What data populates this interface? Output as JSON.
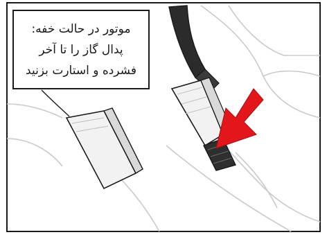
{
  "caption": {
    "line1": "موتور در حالت خفه:",
    "line2": "پدال گاز را تا آخر",
    "line3": "فشرده و استارت بزنید"
  },
  "colors": {
    "arrow_red": "#e3161b",
    "outline": "#1a1a1a",
    "pedal_fill": "#f2f2f2",
    "shaft_dark": "#2b2b2b"
  },
  "icons": {
    "illustration": "accelerator-pedal-press-illustration",
    "arrow": "red-down-arrow-icon"
  }
}
